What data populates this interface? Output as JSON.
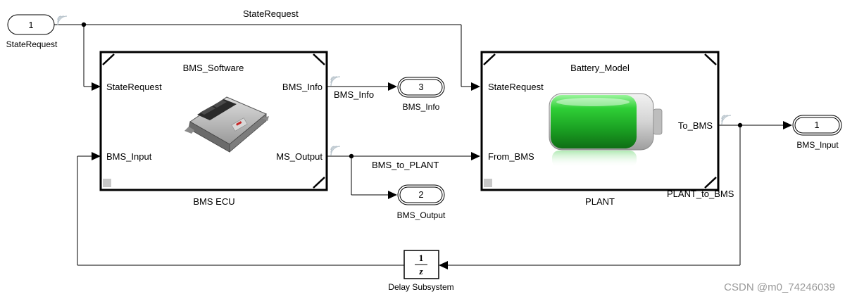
{
  "signals": {
    "state_request": "StateRequest",
    "bms_info": "BMS_Info",
    "bms_to_plant": "BMS_to_PLANT",
    "plant_to_bms": "PLANT_to_BMS"
  },
  "inport": {
    "number": "1",
    "label": "StateRequest"
  },
  "bms_ecu": {
    "title": "BMS_Software",
    "name": "BMS ECU",
    "in_state_request": "StateRequest",
    "in_bms_input": "BMS_Input",
    "out_bms_info": "BMS_Info",
    "out_bms_output": "MS_Output"
  },
  "plant": {
    "title": "Battery_Model",
    "name": "PLANT",
    "in_state_request": "StateRequest",
    "in_from_bms": "From_BMS",
    "out_to_bms": "To_BMS"
  },
  "outports": [
    {
      "number": "3",
      "label": "BMS_Info"
    },
    {
      "number": "2",
      "label": "BMS_Output"
    },
    {
      "number": "1",
      "label": "BMS_Input"
    }
  ],
  "delay": {
    "numerator": "1",
    "denominator": "z",
    "name": "Delay Subsystem"
  },
  "watermark": "CSDN @m0_74246039",
  "icons": [
    "ecu-module-icon",
    "battery-icon",
    "signal-logging-icon"
  ],
  "colors": {
    "line": "#000000",
    "battery_green": "#22b52a",
    "background": "#ffffff"
  }
}
